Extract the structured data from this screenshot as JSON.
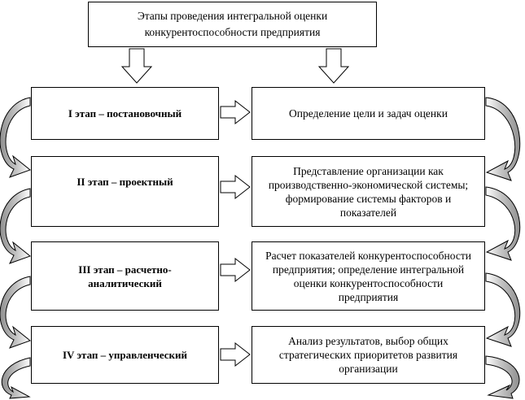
{
  "title": "Этапы проведения интегральной оценки конкурентоспособности предприятия",
  "stages": [
    {
      "label": "I этап – постановочный",
      "description": "Определение цели и задач оценки"
    },
    {
      "label": "II этап – проектный",
      "description": "Представление организации как производственно-экономической системы; формирование системы факторов и показателей"
    },
    {
      "label": "III этап – расчетно-аналитический",
      "description": "Расчет  показателей конкурентоспособности предприятия; определение интегральной оценки конкурентоспособности предприятия"
    },
    {
      "label": "IV этап – управленческий",
      "description": "Анализ результатов, выбор общих стратегических приоритетов развития организации"
    }
  ],
  "colors": {
    "curved_arrow_fill": "#a9a9a9",
    "stroke": "#000000",
    "background": "#ffffff"
  }
}
